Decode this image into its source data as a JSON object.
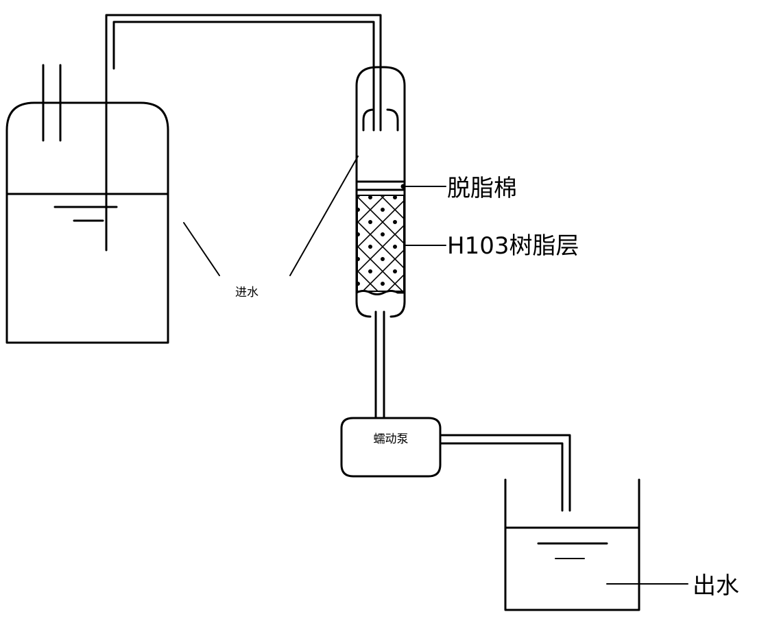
{
  "labels": {
    "degreased_cotton": "脱脂棉",
    "resin_layer": "H103树脂层",
    "outlet_water": "出水",
    "inlet_water": "进水",
    "pump": "蠕动泵"
  },
  "colors": {
    "line": "#000000",
    "background": "#ffffff"
  }
}
